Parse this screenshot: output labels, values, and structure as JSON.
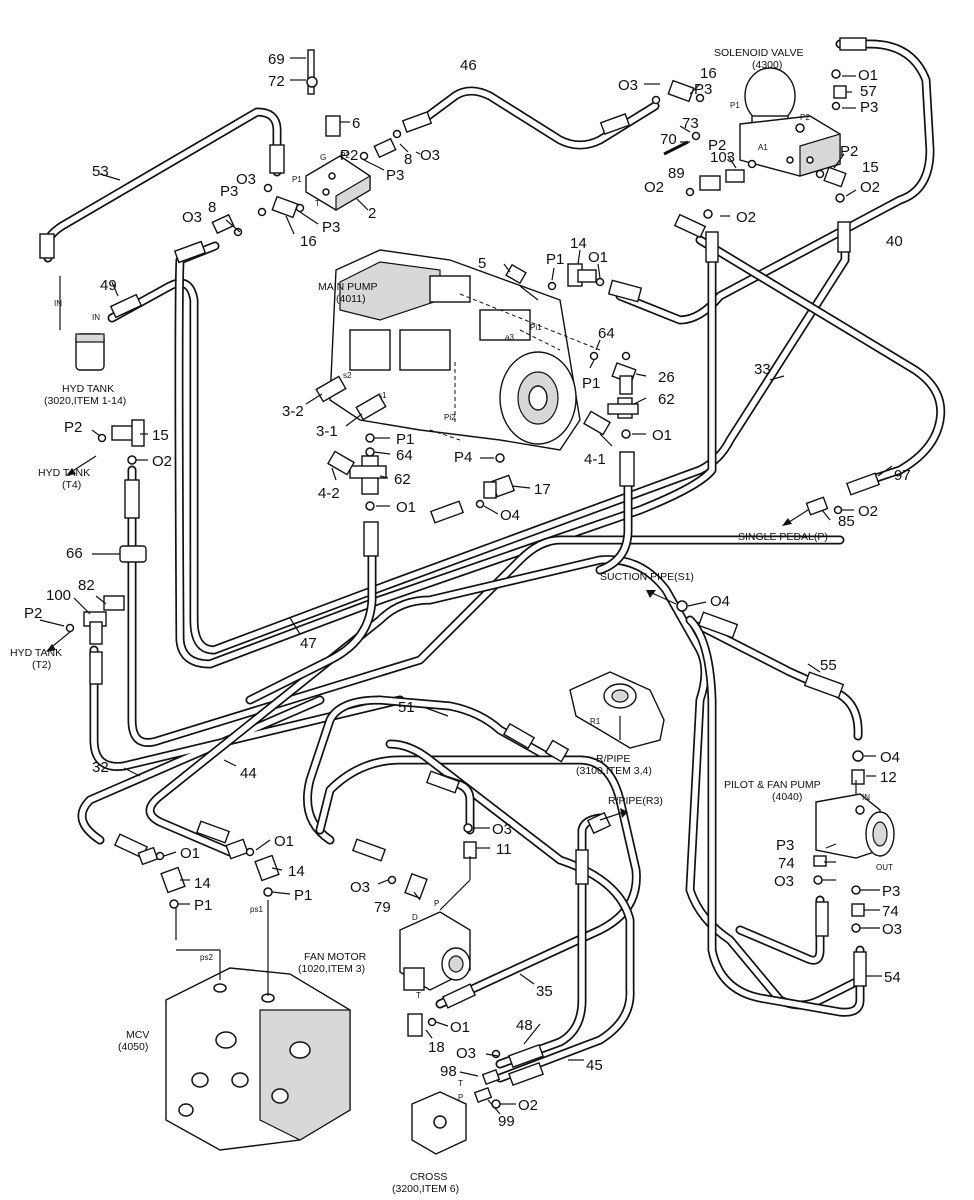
{
  "labels": {
    "solenoid_valve": "SOLENOID VALVE",
    "solenoid_valve_ref": "(4300)",
    "main_pump": "MAIN PUMP",
    "main_pump_ref": "(4011)",
    "hyd_tank": "HYD TANK",
    "hyd_tank_ref": "(3020,ITEM 1-14)",
    "hyd_tank_t4": "HYD TANK",
    "hyd_tank_t4_ref": "(T4)",
    "hyd_tank_t2": "HYD TANK",
    "hyd_tank_t2_ref": "(T2)",
    "single_pedal": "SINGLE PEDAL(P)",
    "suction_pipe": "SUCTION PIPE(S1)",
    "r_pipe": "R/PIPE",
    "r_pipe_ref": "(3100,ITEM 3,4)",
    "r_pipe_r3": "R/PIPE(R3)",
    "pilot_fan_pump": "PILOT & FAN PUMP",
    "pilot_fan_pump_ref": "(4040)",
    "fan_motor": "FAN MOTOR",
    "fan_motor_ref": "(1020,ITEM 3)",
    "mcv": "MCV",
    "mcv_ref": "(4050)",
    "cross": "CROSS",
    "cross_ref": "(3200,ITEM 6)"
  },
  "ports": {
    "in_tank": "IN",
    "in_tank2": "IN",
    "in_pump": "IN",
    "out_pump": "OUT",
    "g": "G",
    "p1_block": "P1",
    "p2_block": "P2",
    "t_block": "T",
    "p1_sol": "P1",
    "p2_sol": "P2",
    "a1_sol": "A1",
    "a3": "a3",
    "s2": "s2",
    "s1": "s1",
    "pi1": "Pi1",
    "pi2": "Pi2",
    "r1": "R1",
    "ps1": "ps1",
    "ps2": "ps2",
    "d_motor": "D",
    "p_motor": "P",
    "t_motor": "T",
    "t_cross": "T",
    "p_cross": "P"
  },
  "callouts": [
    "69",
    "72",
    "46",
    "16",
    "P3",
    "O3",
    "O1",
    "57",
    "P3",
    "6",
    "8",
    "O3",
    "P2",
    "P3",
    "73",
    "70",
    "103",
    "P2",
    "P2",
    "15",
    "53",
    "O3",
    "P3",
    "2",
    "89",
    "O2",
    "O2",
    "8",
    "16",
    "P3",
    "O3",
    "O2",
    "40",
    "5",
    "14",
    "O1",
    "P1",
    "49",
    "64",
    "P1",
    "26",
    "62",
    "33",
    "3-2",
    "3-1",
    "P1",
    "4-1",
    "O1",
    "P2",
    "15",
    "64",
    "O2",
    "P4",
    "62",
    "17",
    "97",
    "4-2",
    "O1",
    "O4",
    "85",
    "O2",
    "66",
    "82",
    "100",
    "P2",
    "47",
    "O4",
    "55",
    "51",
    "O4",
    "12",
    "32",
    "44",
    "O1",
    "14",
    "P1",
    "O1",
    "14",
    "P1",
    "O3",
    "11",
    "P3",
    "74",
    "O3",
    "P3",
    "74",
    "O3",
    "79",
    "O3",
    "35",
    "54",
    "18",
    "O1",
    "48",
    "45",
    "O3",
    "98",
    "O2",
    "99"
  ]
}
